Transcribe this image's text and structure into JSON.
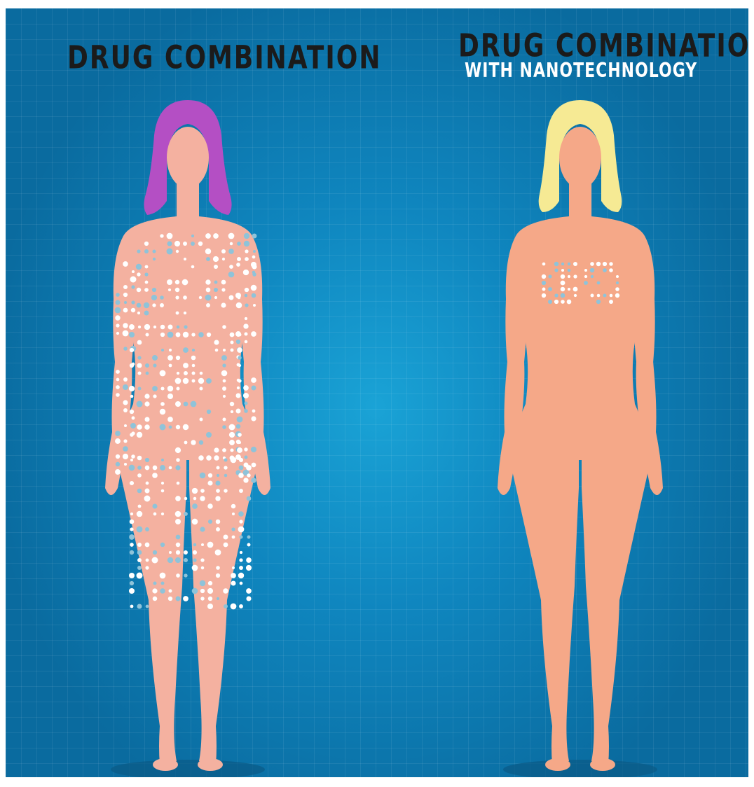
{
  "panels": [
    {
      "title": "DRUG COMBINATION",
      "subtitle": ""
    },
    {
      "title": "DRUG COMBINATION",
      "subtitle": "WITH NANOTECHNOLOGY"
    }
  ],
  "colors": {
    "background": "#0f86bf",
    "skin_left": "#f4b1a0",
    "skin_right": "#f5a888",
    "hair_left": "#b44fc4",
    "hair_right": "#f6ea94",
    "dots_white": "#ffffff",
    "dots_blue": "#8fc3d9"
  },
  "icons": [
    "body-figure-icon",
    "hair-icon",
    "drug-particle-icon"
  ]
}
